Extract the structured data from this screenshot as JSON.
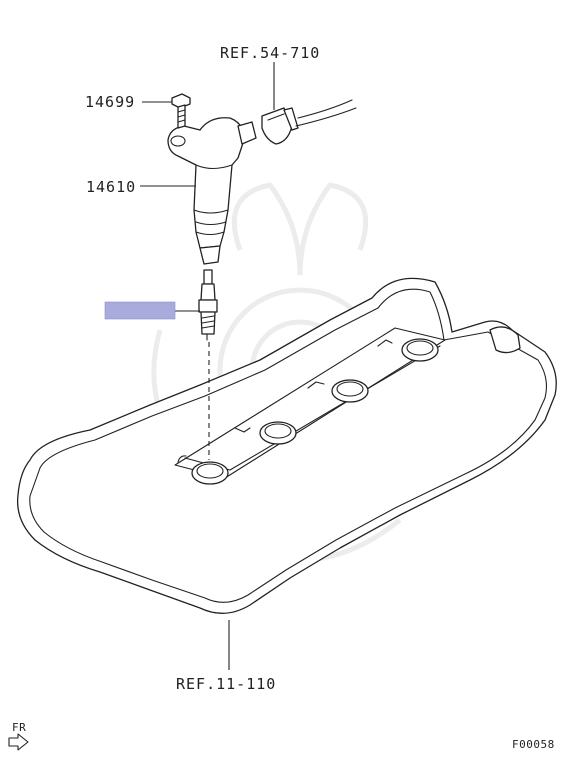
{
  "callouts": {
    "ref_connector": "REF.54-710",
    "bolt": "14699",
    "coil": "14610",
    "ref_head_cover": "REF.11-110"
  },
  "highlight_color": "#a9abdd",
  "front_indicator": "FR",
  "figure_code": "F00058"
}
